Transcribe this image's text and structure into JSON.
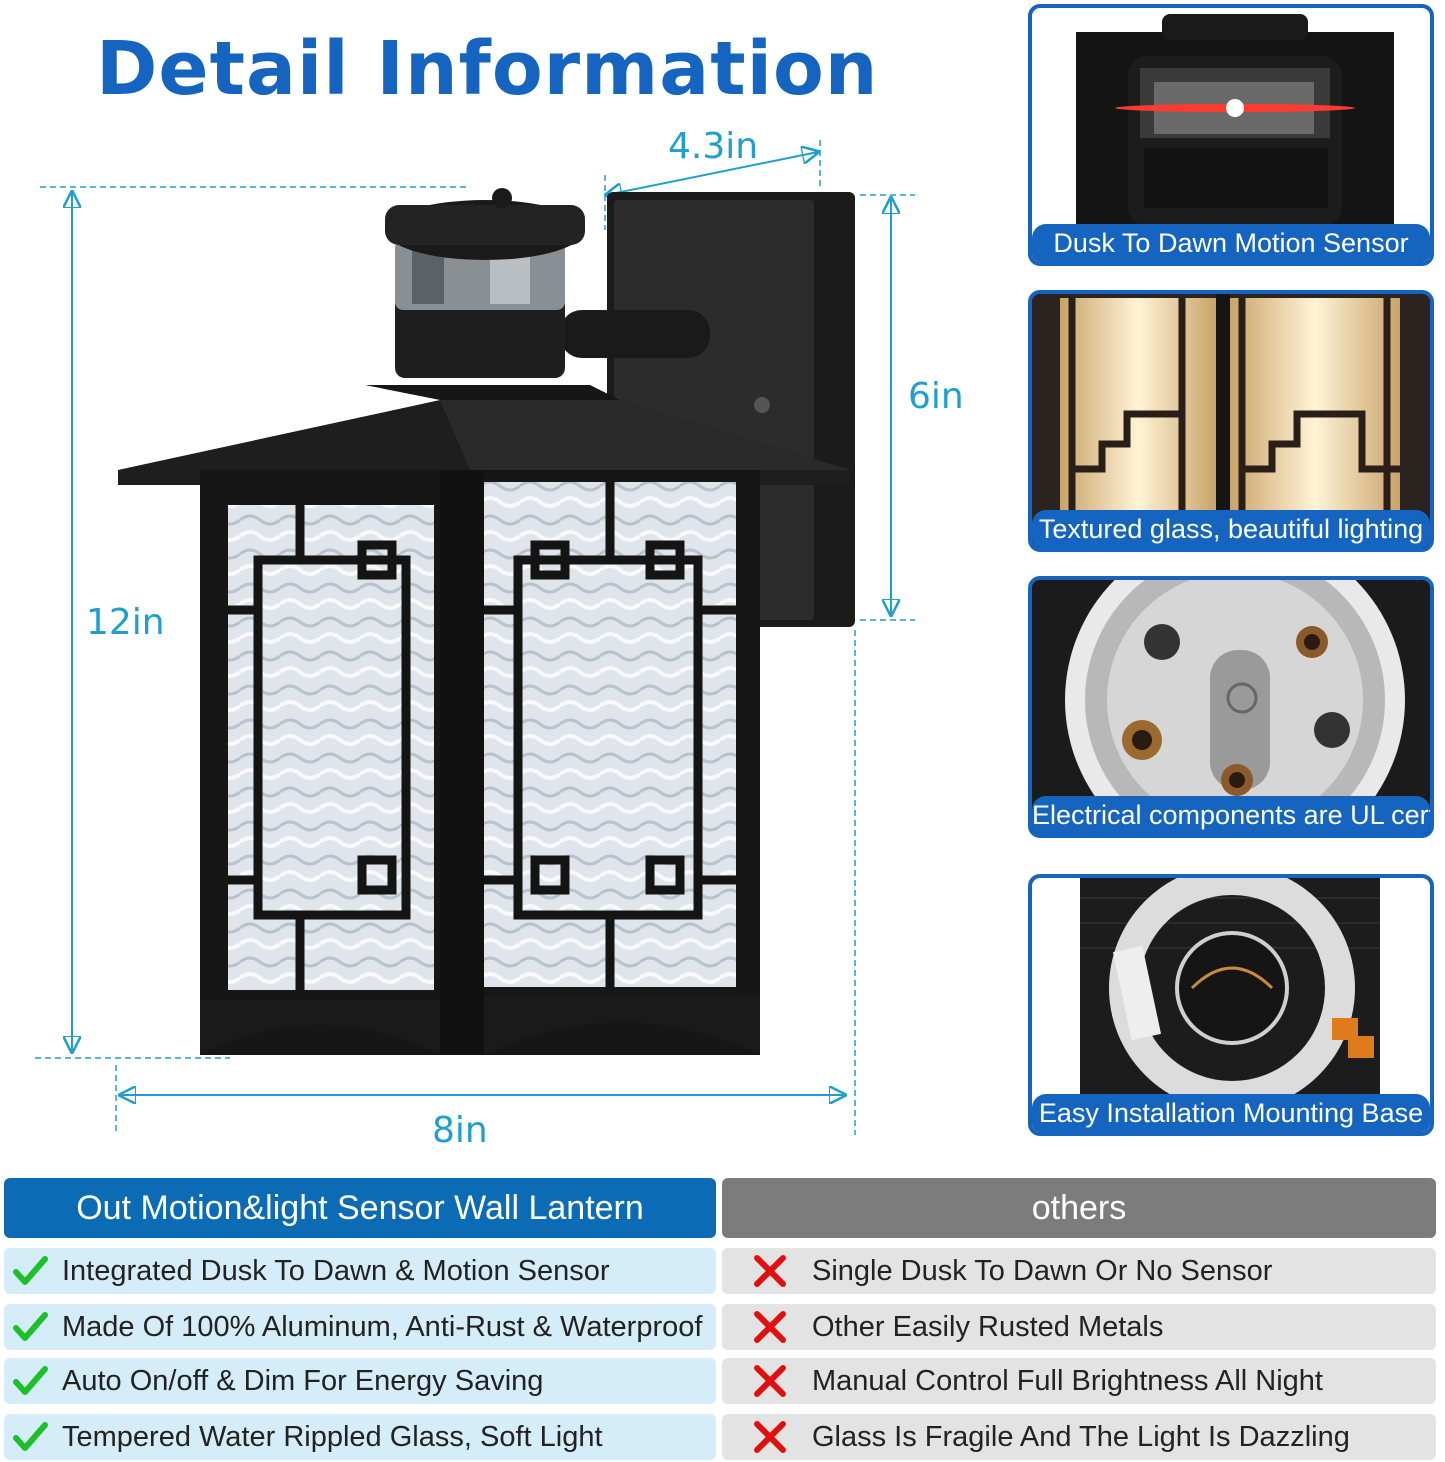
{
  "header": {
    "title": "Detail Information"
  },
  "dimensions": {
    "width_top": "4.3in",
    "height_total": "12in",
    "height_backplate": "6in",
    "width_bottom": "8in"
  },
  "panels": [
    {
      "caption": "Dusk To Dawn Motion Sensor",
      "icon": "motion-sensor-closeup"
    },
    {
      "caption": "Textured glass, beautiful lighting",
      "icon": "textured-glass-closeup"
    },
    {
      "caption": "Electrical components are UL certified",
      "icon": "socket-closeup"
    },
    {
      "caption": "Easy Installation Mounting Base",
      "icon": "mounting-bracket-closeup"
    }
  ],
  "comparison": {
    "ours_header": "Out Motion&light Sensor Wall Lantern",
    "others_header": "others",
    "ours": [
      "Integrated Dusk To Dawn & Motion Sensor",
      "Made Of 100% Aluminum, Anti-Rust & Waterproof",
      "Auto On/off & Dim For Energy Saving",
      "Tempered Water Rippled Glass, Soft Light"
    ],
    "others": [
      "Single Dusk To Dawn Or No Sensor",
      "Other Easily Rusted Metals",
      "Manual Control Full Brightness All Night",
      "Glass Is Fragile And The Light Is Dazzling"
    ],
    "check_color": "#1fbf2a",
    "cross_color": "#e01010"
  }
}
